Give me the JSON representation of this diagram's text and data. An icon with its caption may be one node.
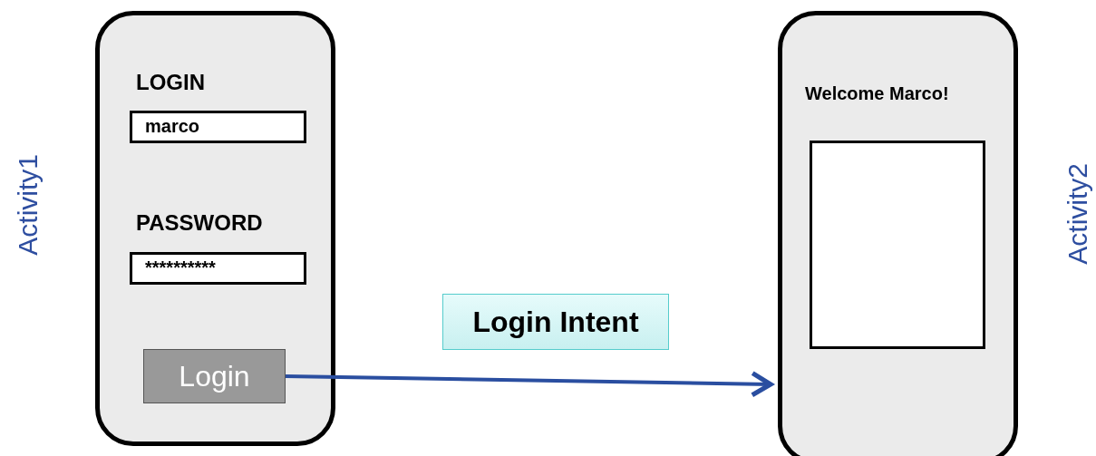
{
  "diagram": {
    "nodes": [
      {
        "text": [
          "LOGIN",
          "PASSWORD"
        ],
        "beside": [
          "Activity1"
        ]
      },
      {
        "text": [
          "marco"
        ],
        "in": 0
      },
      {
        "text": [
          "**********"
        ],
        "in": 0
      },
      {
        "text": [
          "Login"
        ],
        "in": 0
      },
      {
        "text": [
          "Welcome Marco!"
        ],
        "beside": [
          "Activity2"
        ]
      },
      {
        "text": [],
        "shape": "box",
        "in": 4
      }
    ],
    "edges": [
      {
        "from": 3,
        "to": 4,
        "arrow": "to",
        "label": "Login Intent"
      }
    ]
  }
}
